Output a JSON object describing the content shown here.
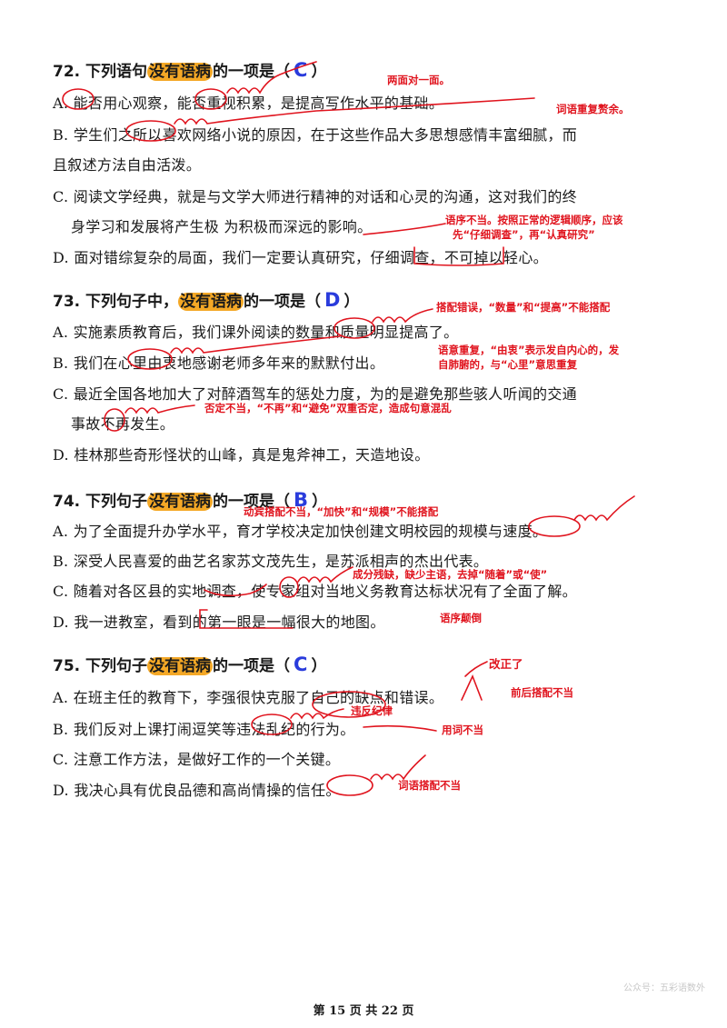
{
  "questions": [
    {
      "title_num": "72. 下列语句",
      "title_hl": "没有语病",
      "title_end": "的一项是（",
      "title_close": "）",
      "answer": "C",
      "lines": [
        "A. 能否用心观察，能否重视积累，是提高写作水平的基础。",
        "B. 学生们之所以喜欢网络小说的原因，在于这些作品大多思想感情丰富细腻，而",
        "且叙述方法自由活泼。",
        "C. 阅读文学经典，就是与文学大师进行精神的对话和心灵的沟通，这对我们的终",
        "身学习和发展将产生极 为积极而深远的影响。",
        "D. 面对错综复杂的局面，我们一定要认真研究，仔细调查，不可掉以轻心。"
      ],
      "notes": [
        "两面对一面。",
        "词语重复赘余。",
        "语序不当。按照正常的逻辑顺序，应该",
        "先“仔细调查”，再“认真研究”"
      ]
    },
    {
      "title_num": "73. 下列句子中，",
      "title_hl": "没有语病",
      "title_end": "的一项是（",
      "title_close": "）",
      "answer": "D",
      "lines": [
        "A. 实施素质教育后，我们课外阅读的数量和质量明显提高了。",
        "B. 我们在心里由衷地感谢老师多年来的默默付出。",
        "C. 最近全国各地加大了对醉酒驾车的惩处力度，为的是避免那些骇人听闻的交通",
        "事故不再发生。",
        "D. 桂林那些奇形怪状的山峰，真是鬼斧神工，天造地设。"
      ],
      "notes": [
        "搭配错误，“数量”和“提高”不能搭配",
        "语意重复，“由衷”表示发自内心的，发",
        "自肺腑的，与“心里”意思重复",
        "否定不当，“不再”和“避免”双重否定，造成句意混乱"
      ]
    },
    {
      "title_num": "74. 下列句子",
      "title_hl": "没有语病",
      "title_end": "的一项是（",
      "title_close": "）",
      "answer": "B",
      "lines": [
        "A. 为了全面提升办学水平，育才学校决定加快创建文明校园的规模与速度。",
        "B. 深受人民喜爱的曲艺名家苏文茂先生，是苏派相声的杰出代表。",
        "C. 随着对各区县的实地调查，使专家组对当地义务教育达标状况有了全面了解。",
        "D. 我一进教室，看到的第一眼是一幅很大的地图。"
      ],
      "notes": [
        "动宾搭配不当，“加快”和“规模”不能搭配",
        "成分残缺，缺少主语，去掉“随着”或“使”",
        "语序颠倒"
      ]
    },
    {
      "title_num": "75. 下列句子",
      "title_hl": "没有语病",
      "title_end": "的一项是（",
      "title_close": "）",
      "answer": "C",
      "lines": [
        "A. 在班主任的教育下，李强很快克服了自己的缺点和错误。",
        "B. 我们反对上课打闹逗笑等违法乱纪的行为。",
        "C. 注意工作方法，是做好工作的一个关键。",
        "D. 我决心具有优良品德和高尚情操的信任。"
      ],
      "notes": [
        "改正了",
        "前后搭配不当",
        "违反纪律",
        "用词不当",
        "词语搭配不当"
      ]
    }
  ],
  "footer": "第 15 页 共 22 页",
  "watermark": "公众号：五彩语数外"
}
